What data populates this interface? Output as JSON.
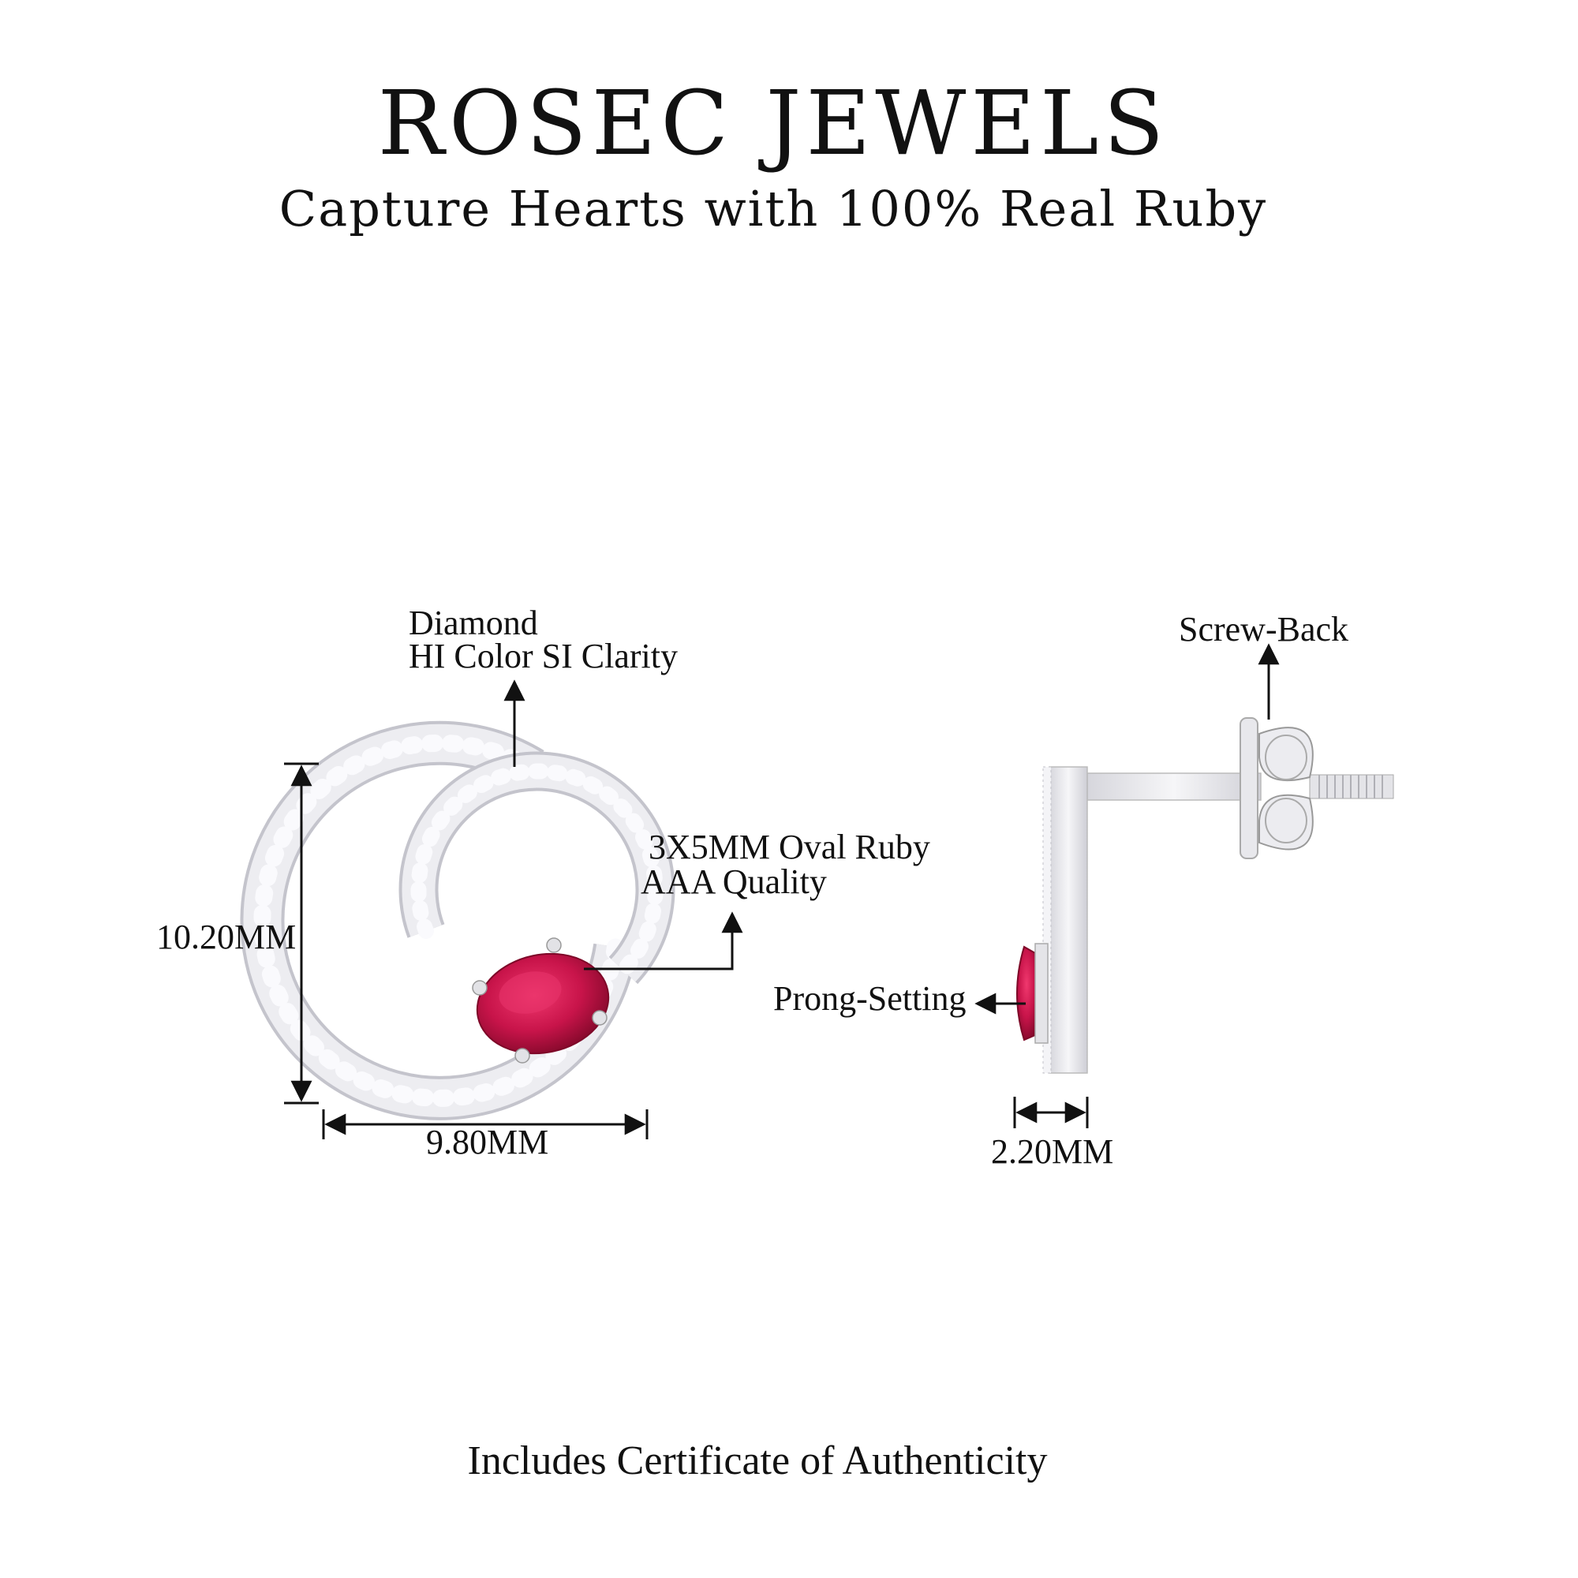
{
  "brand": "ROSEC JEWELS",
  "tagline": "Capture Hearts with 100% Real Ruby",
  "labels": {
    "diamond_line1": "Diamond",
    "diamond_line2": "HI Color SI Clarity",
    "ruby_line1": "3X5MM Oval Ruby",
    "ruby_line2": "AAA Quality",
    "height": "10.20MM",
    "width": "9.80MM",
    "screw_back": "Screw-Back",
    "prong_setting": "Prong-Setting",
    "depth": "2.20MM"
  },
  "footer": "Includes Certificate of Authenticity",
  "colors": {
    "ruby": "#c8144a",
    "ruby_dark": "#8f0a32",
    "metal": "#e9e9ec",
    "metal_edge": "#b9b9c0",
    "diamond": "#f7f7fa",
    "line": "#111111"
  }
}
